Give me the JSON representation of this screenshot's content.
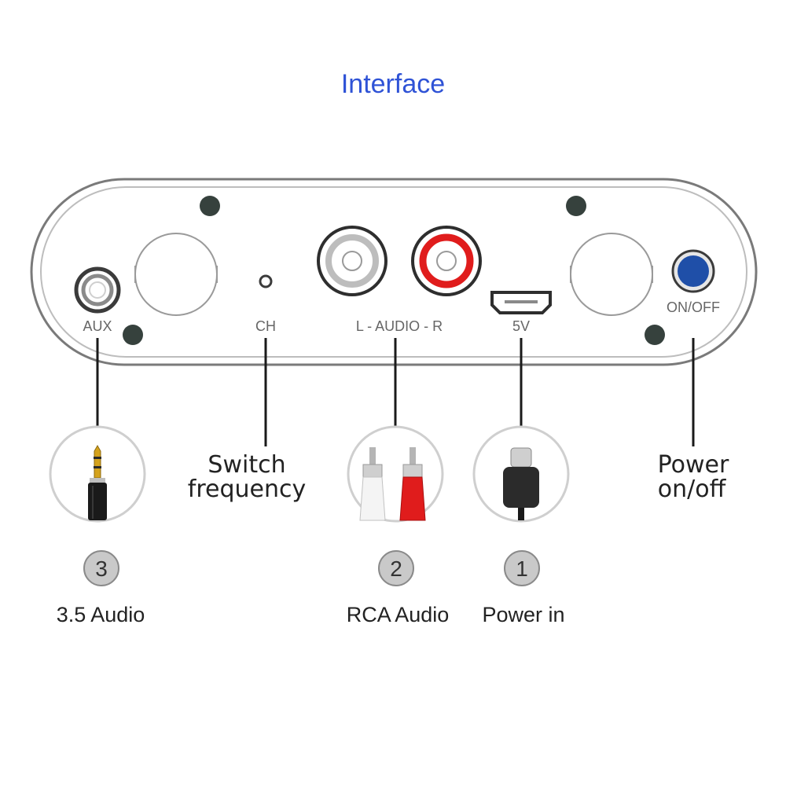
{
  "title": "Interface",
  "panel_labels": {
    "aux": "AUX",
    "ch": "CH",
    "audio": "L - AUDIO - R",
    "power_port": "5V",
    "switch": "ON/OFF"
  },
  "callouts": {
    "switch_frequency": [
      "Switch",
      "frequency"
    ],
    "power_onoff": [
      "Power",
      "on/off"
    ]
  },
  "items": [
    {
      "number": "3",
      "caption": "3.5 Audio",
      "icon": "aux-plug-icon"
    },
    {
      "number": "2",
      "caption": "RCA Audio",
      "icon": "rca-plug-icon"
    },
    {
      "number": "1",
      "caption": "Power in",
      "icon": "usb-c-plug-icon"
    }
  ],
  "colors": {
    "title": "#2f53d6",
    "rca_left": "#ffffff",
    "rca_right": "#e01c1c",
    "power_button": "#1f4fa8",
    "badge": "#c9c9c9"
  }
}
